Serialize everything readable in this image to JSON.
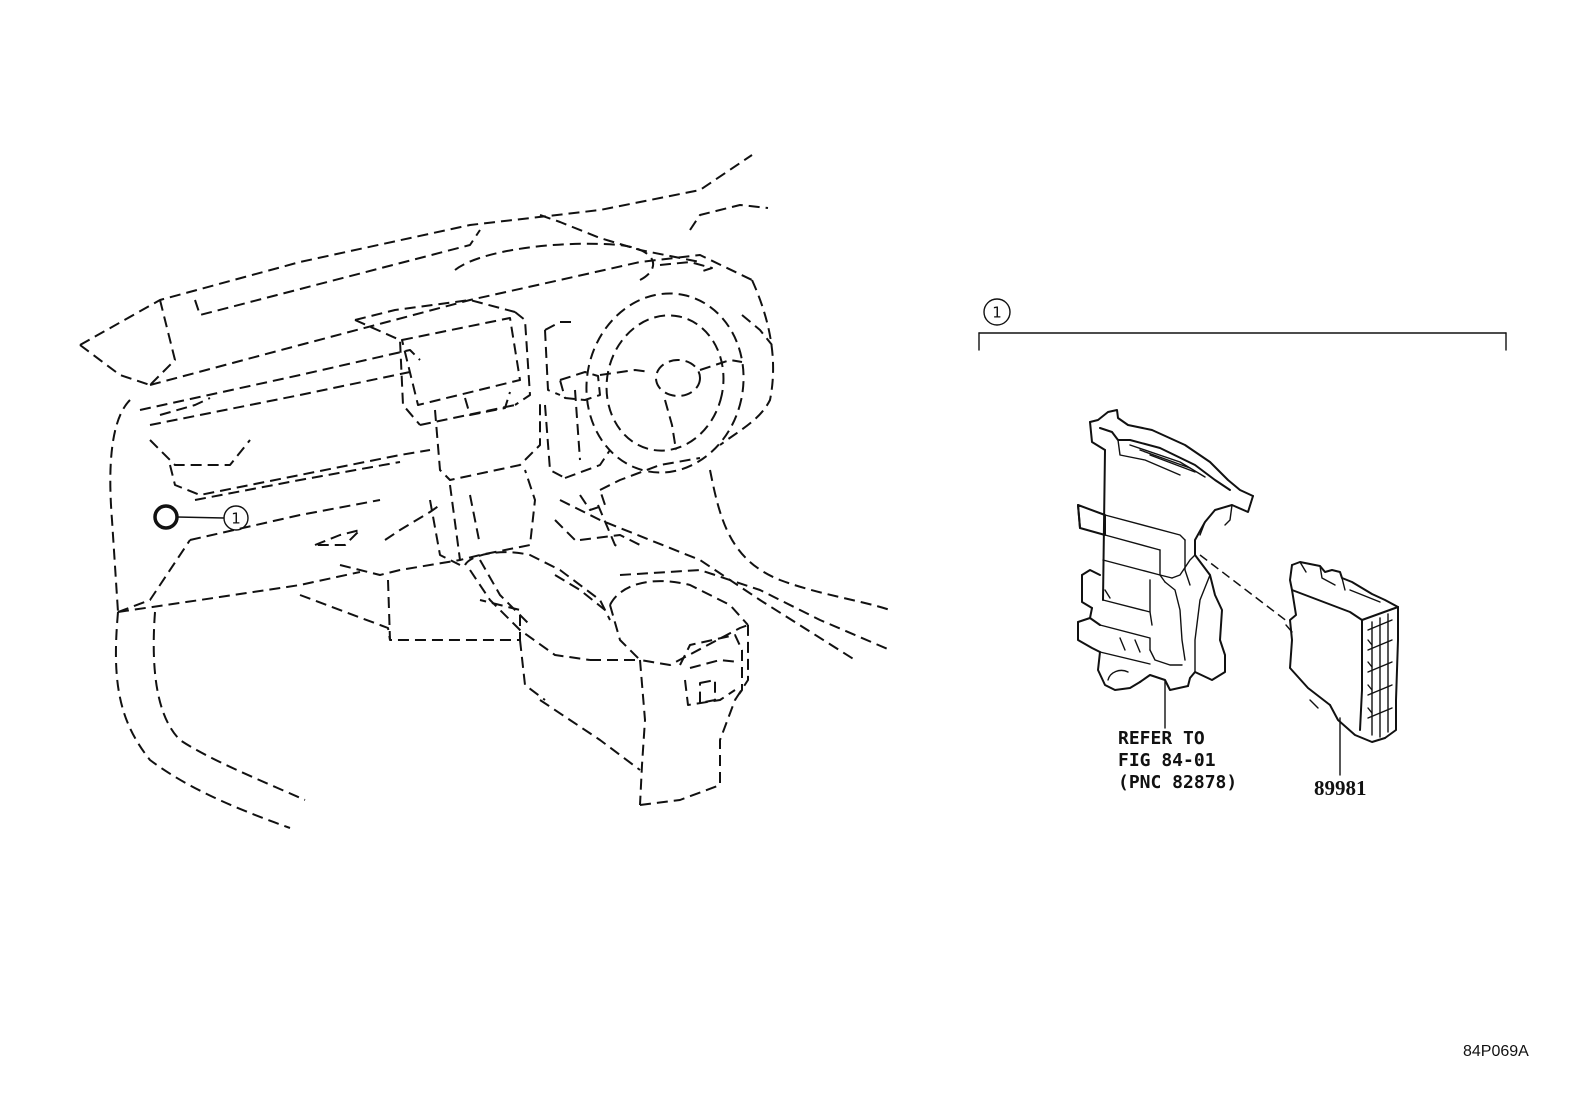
{
  "callouts": {
    "location_marker": "1",
    "bracket_marker": "1"
  },
  "reference_note": {
    "line1": "REFER TO",
    "line2": "FIG 84-01",
    "line3": "(PNC 82878)"
  },
  "part_number": "89981",
  "figure_code": "84P069A"
}
